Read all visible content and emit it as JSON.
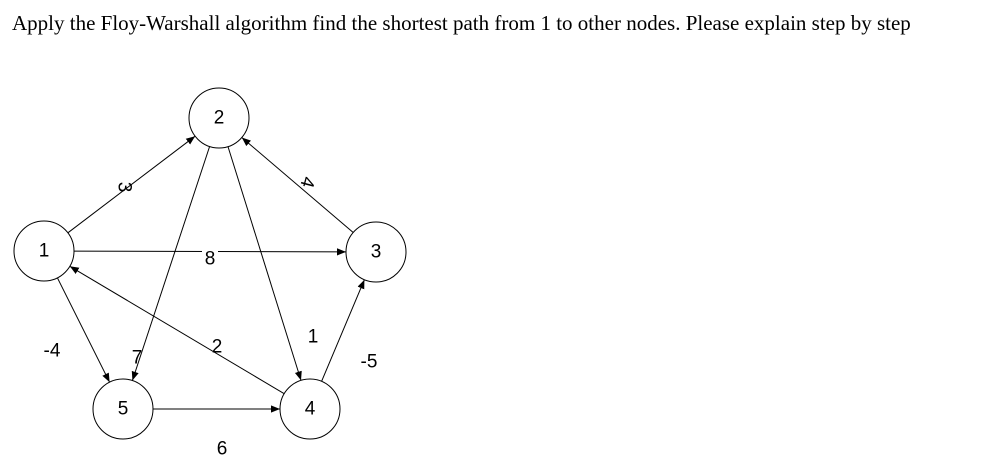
{
  "question": {
    "text": "Apply the Floy-Warshall algorithm find the shortest path from 1 to other nodes. Please explain step by step"
  },
  "graph": {
    "nodes": [
      {
        "id": "1",
        "label": "1"
      },
      {
        "id": "2",
        "label": "2"
      },
      {
        "id": "3",
        "label": "3"
      },
      {
        "id": "4",
        "label": "4"
      },
      {
        "id": "5",
        "label": "5"
      }
    ],
    "edges": [
      {
        "from": "1",
        "to": "2",
        "weight": "3"
      },
      {
        "from": "1",
        "to": "3",
        "weight": "8"
      },
      {
        "from": "1",
        "to": "5",
        "weight": "-4"
      },
      {
        "from": "2",
        "to": "5",
        "weight": "7"
      },
      {
        "from": "2",
        "to": "4",
        "weight": "1"
      },
      {
        "from": "3",
        "to": "2",
        "weight": "4"
      },
      {
        "from": "4",
        "to": "1",
        "weight": "2"
      },
      {
        "from": "4",
        "to": "3",
        "weight": "-5"
      },
      {
        "from": "5",
        "to": "4",
        "weight": "6"
      }
    ]
  }
}
